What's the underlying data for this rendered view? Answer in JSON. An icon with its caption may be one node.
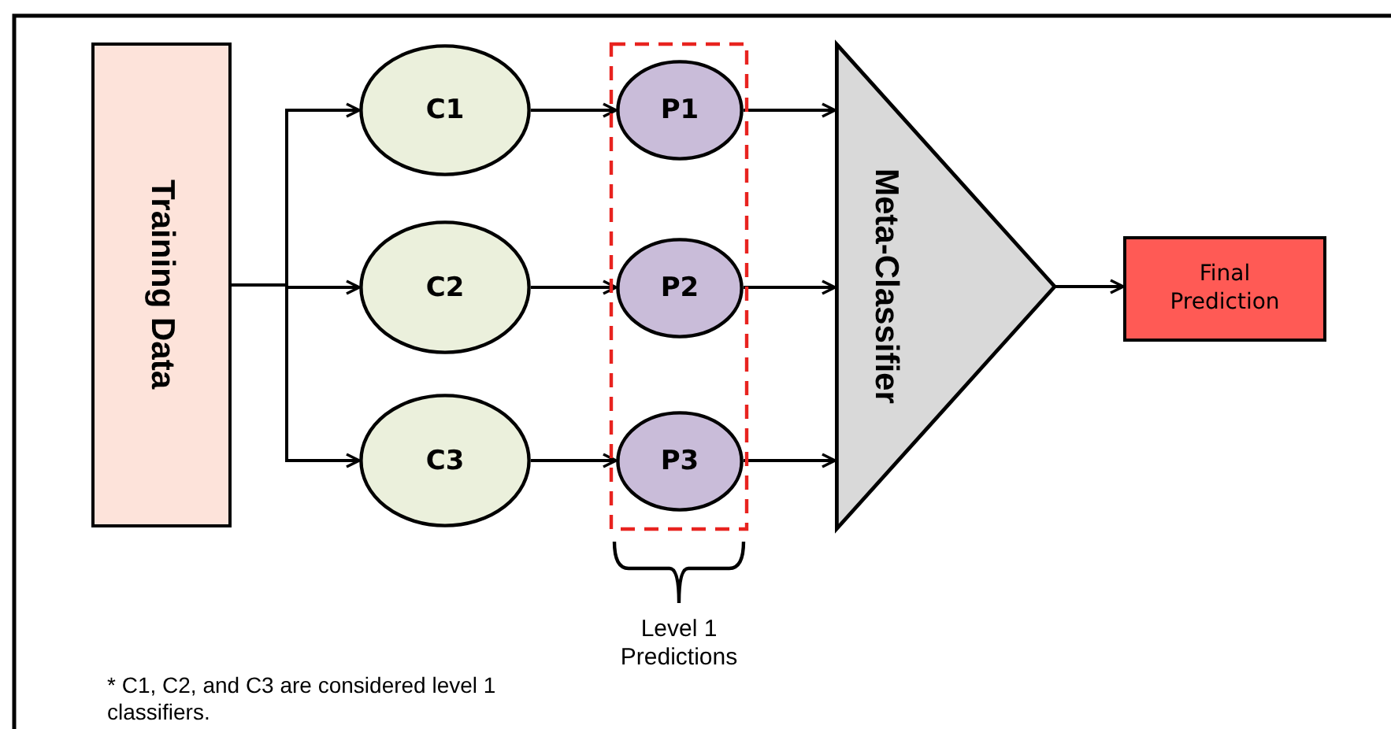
{
  "diagram": {
    "nodes": [
      {
        "text": [
          "Training Data"
        ]
      },
      {
        "text": [
          "C1"
        ]
      },
      {
        "text": [
          "C2"
        ]
      },
      {
        "text": [
          "C3"
        ]
      },
      {
        "text": [
          "Level 1 Predictions"
        ]
      },
      {
        "text": [
          "P1"
        ],
        "in": 4
      },
      {
        "text": [
          "P2"
        ],
        "in": 4
      },
      {
        "text": [
          "P3"
        ],
        "in": 4
      },
      {
        "text": [
          "Meta-Classifier"
        ]
      },
      {
        "text": [
          "Final Prediction"
        ]
      }
    ],
    "edges": [
      {
        "from": 0,
        "to": 1,
        "arrow": "to"
      },
      {
        "from": 0,
        "to": 2,
        "arrow": "to"
      },
      {
        "from": 0,
        "to": 3,
        "arrow": "to"
      },
      {
        "from": 1,
        "to": 5,
        "arrow": "to"
      },
      {
        "from": 2,
        "to": 6,
        "arrow": "to"
      },
      {
        "from": 3,
        "to": 7,
        "arrow": "to"
      },
      {
        "from": 5,
        "to": 8,
        "arrow": "to"
      },
      {
        "from": 6,
        "to": 8,
        "arrow": "to"
      },
      {
        "from": 7,
        "to": 8,
        "arrow": "to"
      },
      {
        "from": 8,
        "to": 9,
        "arrow": "to"
      }
    ],
    "labels": [
      "* C1, C2, and C3 are considered level 1 classifiers."
    ]
  }
}
